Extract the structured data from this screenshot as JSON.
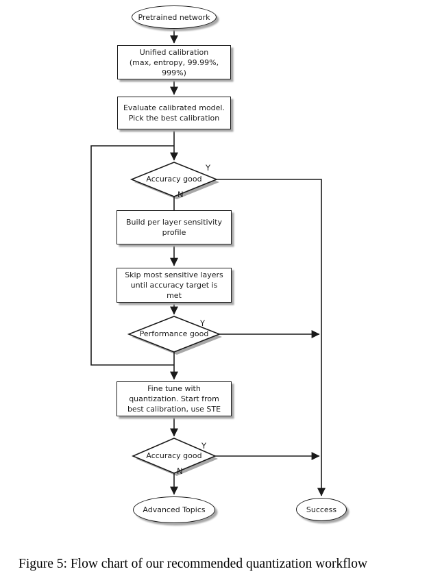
{
  "figure": {
    "caption": "Figure 5: Flow chart of our recommended quantization workflow"
  },
  "flowchart": {
    "nodes": {
      "pretrained_network": {
        "label": "Pretrained network",
        "shape": "terminal"
      },
      "unified_calibration": {
        "label": "Unified calibration\n(max, entropy, 99.99%,\n999%)",
        "shape": "process"
      },
      "evaluate_calibrated_model": {
        "label": "Evaluate calibrated model.\nPick the best calibration",
        "shape": "process"
      },
      "accuracy_good_1": {
        "label": "Accuracy good",
        "shape": "decision"
      },
      "build_sensitivity_profile": {
        "label": "Build per layer sensitivity\nprofile",
        "shape": "process"
      },
      "skip_sensitive_layers": {
        "label": "Skip most sensitive layers\nuntil accuracy target is\nmet",
        "shape": "process"
      },
      "performance_good": {
        "label": "Performance good",
        "shape": "decision"
      },
      "fine_tune": {
        "label": "Fine tune with\nquantization. Start from\nbest calibration, use STE",
        "shape": "process"
      },
      "accuracy_good_2": {
        "label": "Accuracy good",
        "shape": "decision"
      },
      "advanced_topics": {
        "label": "Advanced Topics",
        "shape": "terminal"
      },
      "success": {
        "label": "Success",
        "shape": "terminal"
      }
    },
    "edge_labels": {
      "accuracy1_yes": "Y",
      "accuracy1_no": "N",
      "performance_yes": "Y",
      "accuracy2_yes": "Y",
      "accuracy2_no": "N"
    },
    "colors": {
      "line": "#1a1a1a",
      "node_fill": "#ffffff",
      "shadow": "#a8a8a8",
      "background": "#ffffff",
      "text": "#1a1a1a"
    }
  }
}
